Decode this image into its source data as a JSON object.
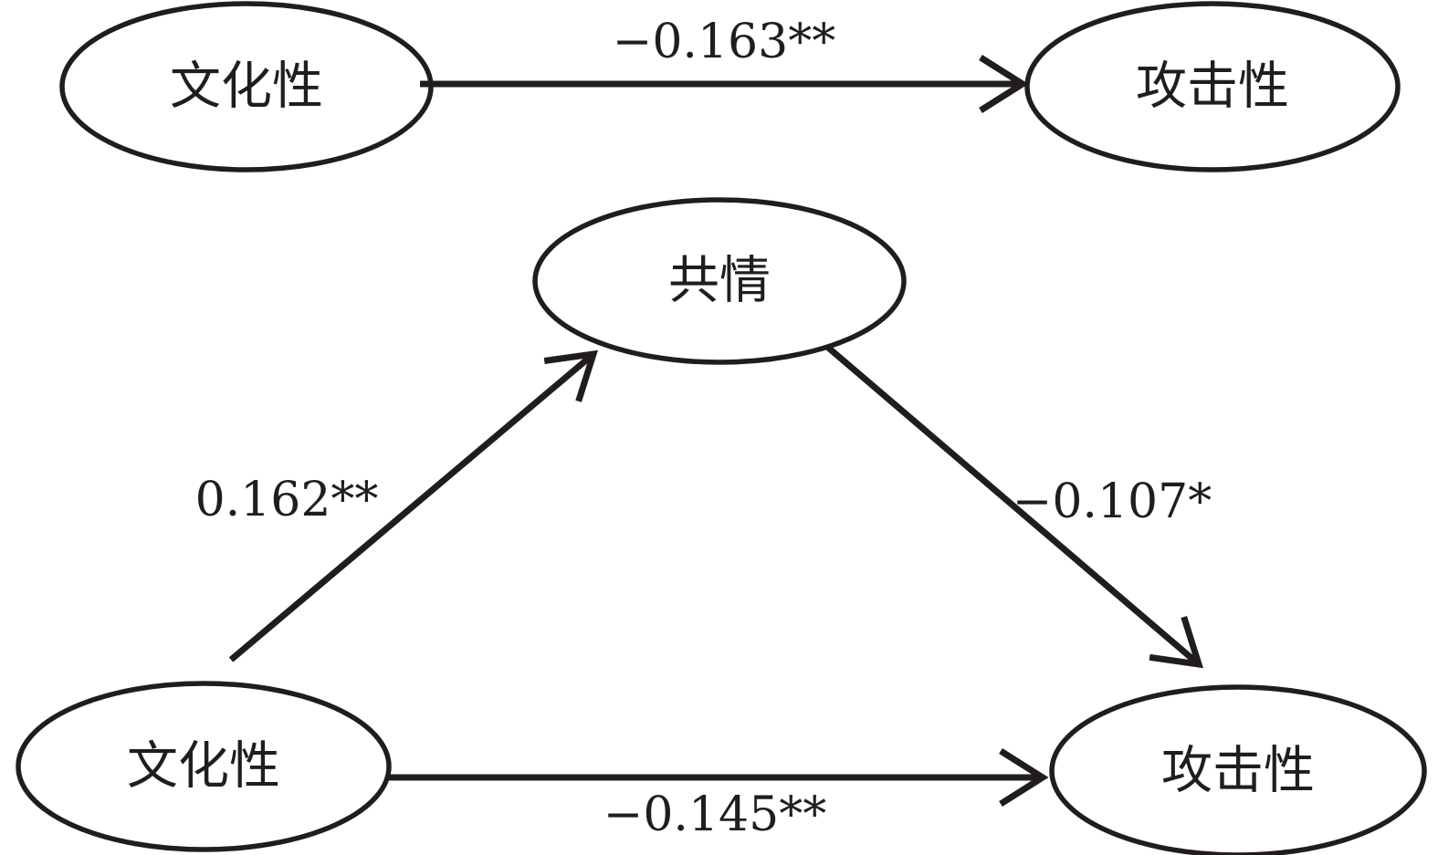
{
  "figure": {
    "type": "mediation-path-diagram",
    "ink_color": "#211d1e",
    "background_color": "#ffffff",
    "total_effect_model": {
      "predictor_label": "文化性",
      "outcome_label": "攻击性",
      "coefficient": "−0.163**"
    },
    "mediation_model": {
      "predictor_label": "文化性",
      "mediator_label": "共情",
      "outcome_label": "攻击性",
      "path_a_coefficient": "0.162**",
      "path_b_coefficient": "−0.107*",
      "direct_path_coefficient": "−0.145**"
    }
  }
}
